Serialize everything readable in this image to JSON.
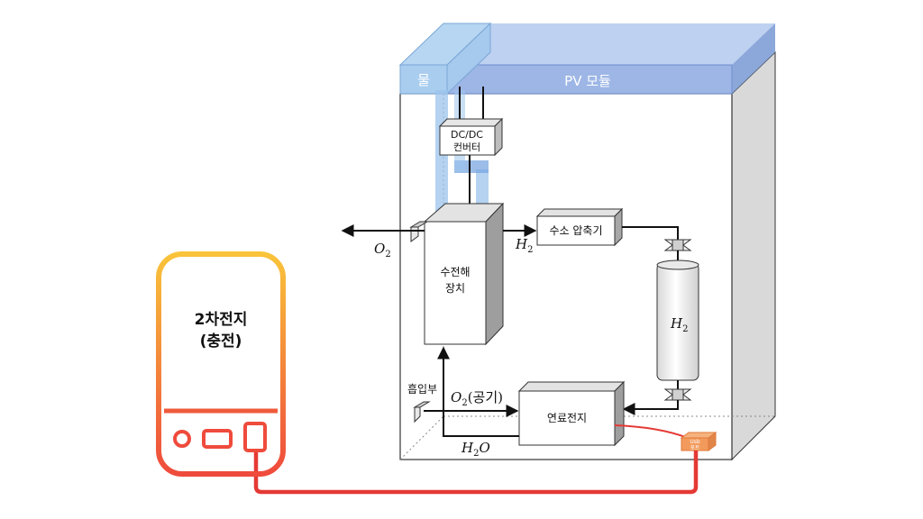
{
  "labels": {
    "water": "물",
    "pv_module": "PV 모듈",
    "dcdc_line1": "DC/DC",
    "dcdc_line2": "컨버터",
    "electrolyzer_line1": "수전해",
    "electrolyzer_line2": "장치",
    "compressor": "수소 압축기",
    "fuel_cell": "연료전지",
    "intake": "흡입부",
    "o2_out_base": "O",
    "o2_out_sub": "2",
    "h2_line_base": "H",
    "h2_line_sub": "2",
    "h2_tank_base": "H",
    "h2_tank_sub": "2",
    "o2_air_base": "O",
    "o2_air_sub": "2",
    "o2_air_suffix": "(공기)",
    "h2o_base1": "H",
    "h2o_sub": "2",
    "h2o_base2": "O",
    "battery_line1": "2차전지",
    "battery_line2": "(충전)",
    "usb_line1": "Usb",
    "usb_line2": "포트"
  },
  "colors": {
    "pv_blue": "#8fb0e0",
    "water_blue": "#9cc4ec",
    "battery_top": "#f9c43a",
    "battery_bottom": "#ef4b3c",
    "cable_red": "#e53935",
    "usb_orange": "#f29a5c"
  }
}
